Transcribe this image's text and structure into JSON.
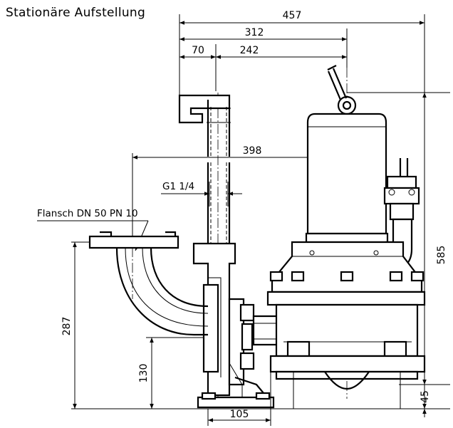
{
  "title": "Stationäre Aufstellung",
  "dimensions": {
    "overall_width": "457",
    "width_312": "312",
    "width_70": "70",
    "width_242": "242",
    "width_398": "398",
    "thread": "G1 1/4",
    "height_287": "287",
    "height_130": "130",
    "height_585": "585",
    "height_45": "45",
    "width_105": "105"
  },
  "labels": {
    "flange": "Flansch DN 50 PN 10"
  }
}
